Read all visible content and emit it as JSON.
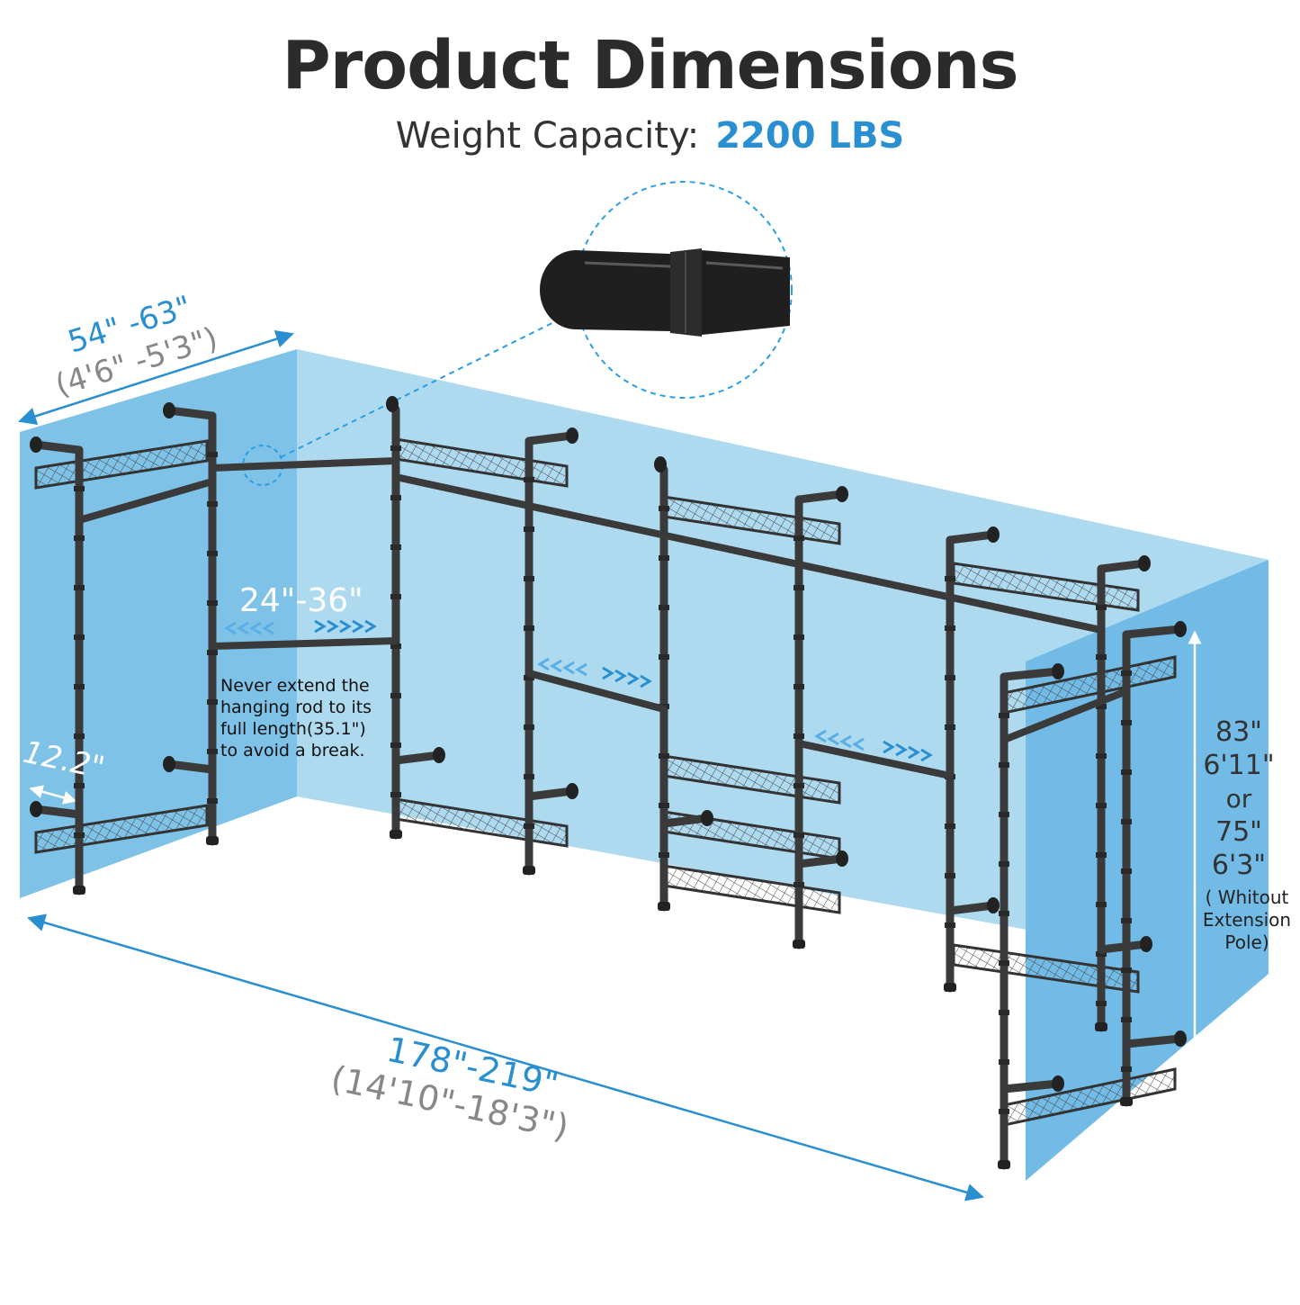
{
  "header": {
    "title": "Product Dimensions",
    "weight_label": "Weight Capacity:",
    "weight_value": "2200 LBS"
  },
  "dimensions": {
    "depth_range": "54\" -63\"",
    "depth_range_ft": "(4'6\" -5'3\")",
    "rod_range": "24\"-36\"",
    "shelf_depth": "12.2\"",
    "total_length": "178\"-219\"",
    "total_length_ft": "(14'10\"-18'3\")",
    "height_in_1": "83\"",
    "height_ft_1": "6'11\"",
    "height_or": "or",
    "height_in_2": "75\"",
    "height_ft_2": "6'3\"",
    "height_note_1": "( Whitout",
    "height_note_2": "Extension",
    "height_note_3": "Pole)"
  },
  "warning": {
    "line1": "Never extend the",
    "line2": "hanging rod to its",
    "line3": "full length(35.1\")",
    "line4": "to avoid a break."
  },
  "colors": {
    "accent": "#2a8fd0",
    "pipe": "#3a3a3a",
    "wall_light": "#a9d6ee",
    "wall_dark": "#6fbae4"
  }
}
